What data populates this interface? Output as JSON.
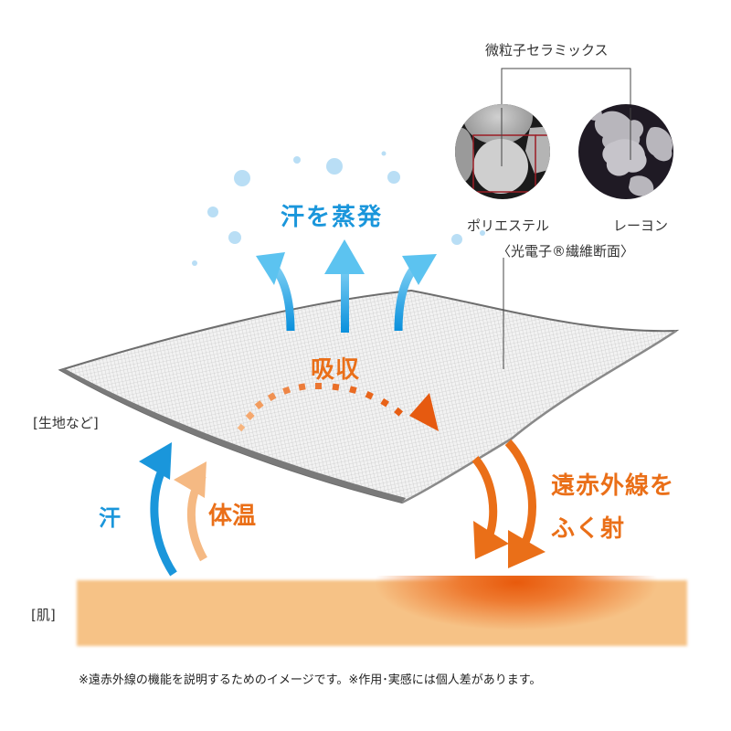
{
  "diagram": {
    "title_evaporate": "汗を蒸発",
    "absorb_label": "吸収",
    "fabric_label": "[生地など]",
    "skin_label": "[肌]",
    "sweat_label": "汗",
    "body_heat_label": "体温",
    "far_infrared_line1": "遠赤外線を",
    "far_infrared_line2": "ふく射",
    "micrographs": {
      "callout_label": "微粒子セラミックス",
      "left_label": "ポリエステル",
      "right_label": "レーヨン",
      "caption": "〈光電子®繊維断面〉"
    },
    "footnote": "※遠赤外線の機能を説明するためのイメージです。※作用･実感には個人差があります。"
  },
  "colors": {
    "sweat_blue": "#1a96db",
    "bubble_blue": "#b9def5",
    "heat_orange": "#ea6f18",
    "body_heat_light": "#f5b983",
    "skin": "#f6c286",
    "skin_hot": "#e85a0c",
    "fabric_edge": "#6e6e6e",
    "fabric_fill": "#e6e6e6",
    "highlight_box": "#9b1c24"
  },
  "icons": {
    "evaporate_arrows": "arrow-up-icon",
    "sweat_arrow": "curved-arrow-up-icon",
    "heat_arrow": "curved-arrow-up-icon",
    "absorb_arrow": "dotted-curved-arrow-icon",
    "far_infrared_arrows": "curved-arrow-down-icon"
  }
}
